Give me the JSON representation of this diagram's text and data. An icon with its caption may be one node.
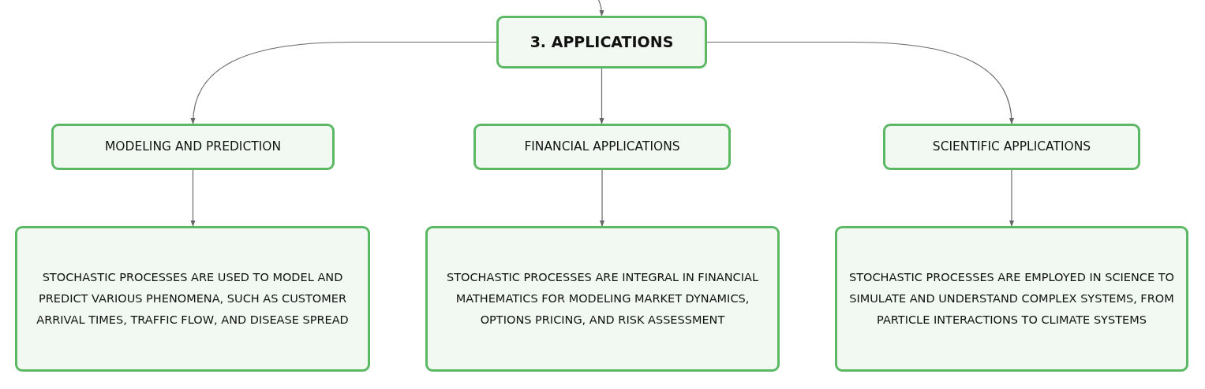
{
  "diagram": {
    "nodes": [
      {
        "text": [
          "3. APPLICATIONS"
        ]
      },
      {
        "text": [
          "MODELING AND PREDICTION"
        ]
      },
      {
        "text": [
          "FINANCIAL APPLICATIONS"
        ]
      },
      {
        "text": [
          "SCIENTIFIC APPLICATIONS"
        ]
      },
      {
        "text": [
          "STOCHASTIC PROCESSES ARE USED TO MODEL AND PREDICT VARIOUS PHENOMENA, SUCH AS CUSTOMER ARRIVAL TIMES, TRAFFIC FLOW, AND DISEASE SPREAD"
        ]
      },
      {
        "text": [
          "STOCHASTIC PROCESSES ARE INTEGRAL IN FINANCIAL MATHEMATICS FOR MODELING MARKET DYNAMICS, OPTIONS PRICING, AND RISK ASSESSMENT"
        ]
      },
      {
        "text": [
          "STOCHASTIC PROCESSES ARE EMPLOYED IN SCIENCE TO SIMULATE AND UNDERSTAND COMPLEX SYSTEMS, FROM PARTICLE INTERACTIONS TO CLIMATE SYSTEMS"
        ]
      }
    ],
    "edges": [
      {
        "from": null,
        "to": 0,
        "arrow": "to"
      },
      {
        "from": 0,
        "to": 1,
        "arrow": "to"
      },
      {
        "from": 0,
        "to": 2,
        "arrow": "to"
      },
      {
        "from": 0,
        "to": 3,
        "arrow": "to"
      },
      {
        "from": 1,
        "to": 4,
        "arrow": "to"
      },
      {
        "from": 2,
        "to": 5,
        "arrow": "to"
      },
      {
        "from": 3,
        "to": 6,
        "arrow": "to"
      }
    ]
  }
}
